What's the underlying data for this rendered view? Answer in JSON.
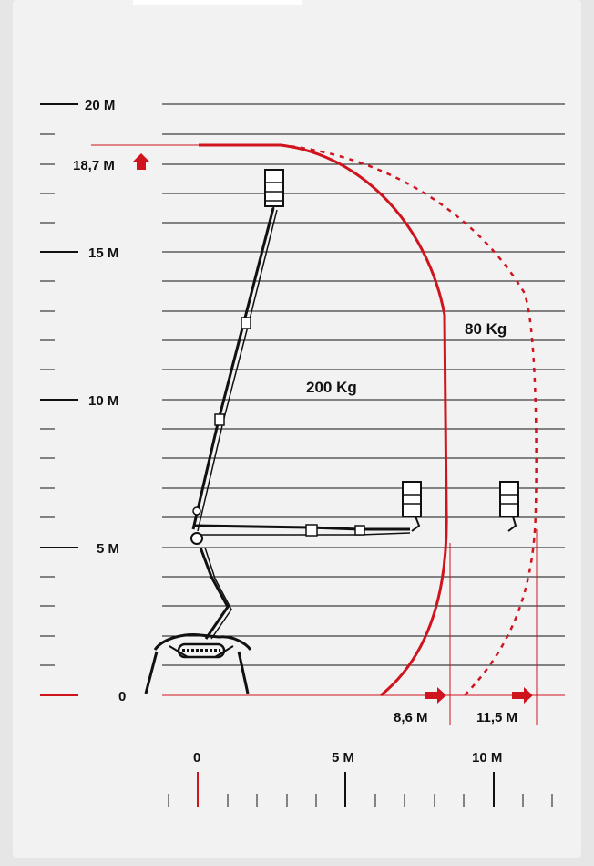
{
  "y_axis": {
    "ticks": [
      {
        "value": 20,
        "label": "20 M"
      },
      {
        "value": 18.7,
        "label": "18,7 M"
      },
      {
        "value": 15,
        "label": "15 M"
      },
      {
        "value": 10,
        "label": "10 M"
      },
      {
        "value": 5,
        "label": "5 M"
      },
      {
        "value": 0,
        "label": "0"
      }
    ]
  },
  "x_axis": {
    "ticks": [
      {
        "value": 0,
        "label": "0"
      },
      {
        "value": 5,
        "label": "5 M"
      },
      {
        "value": 10,
        "label": "10 M"
      }
    ]
  },
  "curves": {
    "solid": {
      "load_label": "200 Kg",
      "max_reach_label": "8,6 M",
      "max_reach": 8.6,
      "style": "solid"
    },
    "dashed": {
      "load_label": "80 Kg",
      "max_reach_label": "11,5 M",
      "max_reach": 11.5,
      "style": "dashed"
    }
  },
  "max_height": {
    "label": "18,7 M",
    "value": 18.7
  },
  "colors": {
    "curve": "#d0141e",
    "grid": "#111111",
    "text": "#111111",
    "background": "#f2f2f2"
  }
}
